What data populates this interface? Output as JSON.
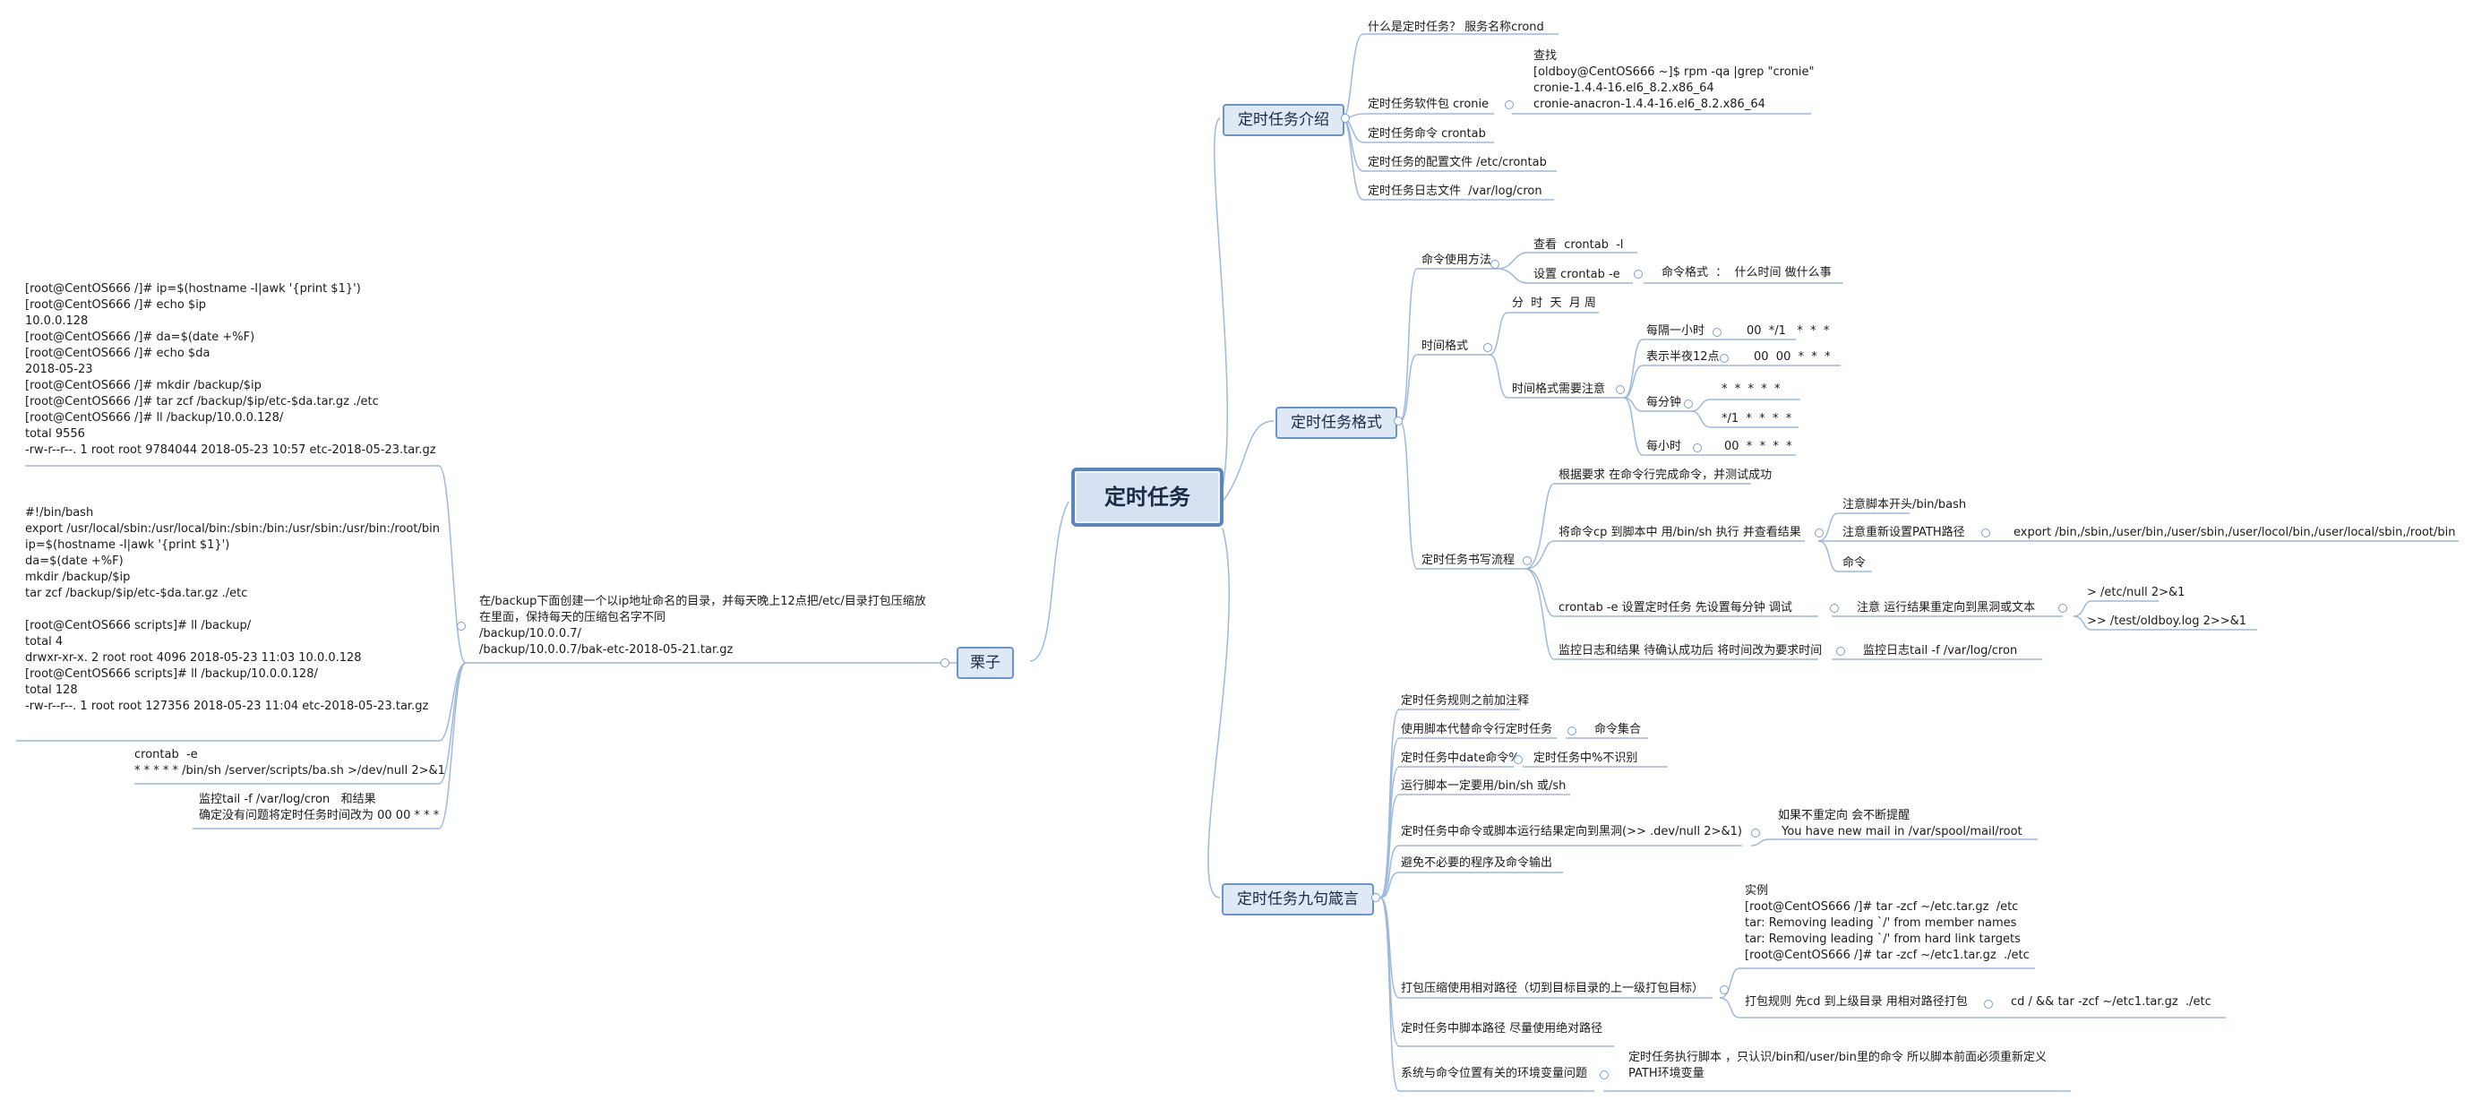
{
  "root": {
    "label": "定时任务"
  },
  "branches": {
    "intro": {
      "label": "定时任务介绍",
      "items": [
        "什么是定时任务？ 服务名称crond",
        "定时任务软件包 cronie",
        "定时任务命令 crontab",
        "定时任务的配置文件 /etc/crontab",
        "定时任务日志文件  /var/log/cron"
      ],
      "cronie_detail": "查找\n[oldboy@CentOS666 ~]$ rpm -qa |grep \"cronie\"\ncronie-1.4.4-16.el6_8.2.x86_64\ncronie-anacron-1.4.4-16.el6_8.2.x86_64"
    },
    "format": {
      "label": "定时任务格式",
      "usage": "命令使用方法",
      "usage_view": "查看  crontab  -l",
      "usage_set": "设置 crontab -e",
      "usage_set_detail": "命令格式  ：  什么时间 做什么事",
      "time_format": "时间格式",
      "time_fields": "分  时  天  月 周",
      "time_notes": "时间格式需要注意",
      "hourly": "每隔一小时",
      "hourly_val": "00  */1   *  *  *",
      "midnight": "表示半夜12点",
      "midnight_val": "00  00  *  *  *",
      "minute": "每分钟",
      "minute_val1": "*  *  *  *  *",
      "minute_val2": "*/1  *  *  *  *",
      "hour": "每小时",
      "hour_val": "00  *  *  *  *",
      "flow": "定时任务书写流程",
      "flow1": "根据要求 在命令行完成命令，并测试成功",
      "flow2": "将命令cp 到脚本中 用/bin/sh 执行 并查看结果",
      "flow2_a": "注意脚本开头/bin/bash",
      "flow2_b": "注意重新设置PATH路径",
      "flow2_b_val": "export /bin,/sbin,/user/bin,/user/sbin,/user/locol/bin,/user/local/sbin,/root/bin",
      "flow2_c": "命令",
      "flow3": "crontab -e 设置定时任务 先设置每分钟 调试",
      "flow3_a": "注意 运行结果重定向到黑洞或文本",
      "flow3_a1": "> /etc/null 2>&1",
      "flow3_a2": ">> /test/oldboy.log 2>>&1",
      "flow4": "监控日志和结果 待确认成功后 将时间改为要求时间",
      "flow4_a": "监控日志tail -f /var/log/cron"
    },
    "rules": {
      "label": "定时任务九句箴言",
      "r1": "定时任务规则之前加注释",
      "r2": "使用脚本代替命令行定时任务",
      "r2_a": "命令集合",
      "r3": "定时任务中date命令%",
      "r3_a": "定时任务中%不识别",
      "r4": "运行脚本一定要用/bin/sh 或/sh",
      "r5": "定时任务中命令或脚本运行结果定向到黑洞(>> .dev/null 2>&1)",
      "r5_a": "如果不重定向 会不断提醒\n You have new mail in /var/spool/mail/root",
      "r6": "避免不必要的程序及命令输出",
      "r7": "打包压缩使用相对路径（切到目标目录的上一级打包目标）",
      "r7_example": "实例\n[root@CentOS666 /]# tar -zcf ~/etc.tar.gz  /etc\ntar: Removing leading `/' from member names\ntar: Removing leading `/' from hard link targets\n[root@CentOS666 /]# tar -zcf ~/etc1.tar.gz  ./etc",
      "r7_a": "打包规则 先cd 到上级目录 用相对路径打包",
      "r7_a1": "cd / && tar -zcf ~/etc1.tar.gz  ./etc",
      "r8": "定时任务中脚本路径 尽量使用绝对路径",
      "r9": "系统与命令位置有关的环境变量问题",
      "r9_a": "定时任务执行脚本 ，只认识/bin和/user/bin里的命令 所以脚本前面必须重新定义\nPATH环境变量"
    },
    "example": {
      "label": "栗子",
      "task": "在/backup下面创建一个以ip地址命名的目录，并每天晚上12点把/etc/目录打包压缩放\n在里面，保持每天的压缩包名字不同\n/backup/10.0.0.7/\n/backup/10.0.0.7/bak-etc-2018-05-21.tar.gz",
      "block1": "[root@CentOS666 /]# ip=$(hostname -I|awk '{print $1}')\n[root@CentOS666 /]# echo $ip\n10.0.0.128\n[root@CentOS666 /]# da=$(date +%F)\n[root@CentOS666 /]# echo $da\n2018-05-23\n[root@CentOS666 /]# mkdir /backup/$ip\n[root@CentOS666 /]# tar zcf /backup/$ip/etc-$da.tar.gz ./etc\n[root@CentOS666 /]# ll /backup/10.0.0.128/\ntotal 9556\n-rw-r--r--. 1 root root 9784044 2018-05-23 10:57 etc-2018-05-23.tar.gz",
      "block2": "#!/bin/bash\nexport /usr/local/sbin:/usr/local/bin:/sbin:/bin:/usr/sbin:/usr/bin:/root/bin\nip=$(hostname -I|awk '{print $1}')\nda=$(date +%F)\nmkdir /backup/$ip\ntar zcf /backup/$ip/etc-$da.tar.gz ./etc\n\n[root@CentOS666 scripts]# ll /backup/\ntotal 4\ndrwxr-xr-x. 2 root root 4096 2018-05-23 11:03 10.0.0.128\n[root@CentOS666 scripts]# ll /backup/10.0.0.128/\ntotal 128\n-rw-r--r--. 1 root root 127356 2018-05-23 11:04 etc-2018-05-23.tar.gz",
      "block3": "crontab  -e\n* * * * * /bin/sh /server/scripts/ba.sh >/dev/null 2>&1",
      "block4": "监控tail -f /var/log/cron   和结果\n确定没有问题将定时任务时间改为 00 00 * * *"
    }
  },
  "colors": {
    "line": "#9db9dc",
    "topic_border": "#6b95c4",
    "topic_fill": "#dfe9f6"
  }
}
